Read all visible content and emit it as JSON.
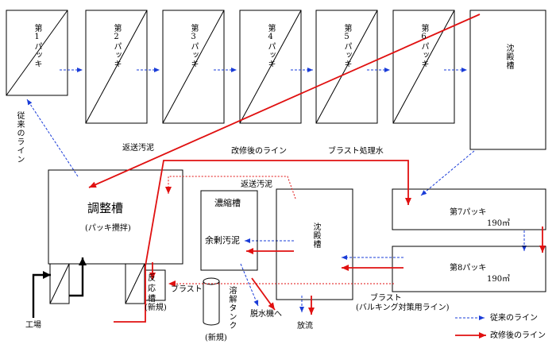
{
  "tanks": {
    "t1": "第1パッキ",
    "t2": "第2パッキ",
    "t3": "第3パッキ",
    "t4": "第4パッキ",
    "t5": "第5パッキ",
    "t6": "第6パッキ",
    "settling_top": "沈殿槽",
    "settling_mid": "沈殿槽",
    "concentration": "濃縮槽",
    "adjust": "調整槽",
    "adjust_sub": "(パッキ攪拌)",
    "t7": "第7パッキ",
    "t7_vol": "190㎥",
    "t8": "第8パッキ",
    "t8_vol": "190㎥",
    "reaction": "反応槽",
    "reaction_new": "(新規)",
    "dissolve": "溶解タンク",
    "dissolve_new": "(新規)"
  },
  "labels": {
    "old_line_vertical": "従来のライン",
    "return_sludge_1": "返送汚泥",
    "renovated_line": "改修後のライン",
    "blast_water": "ブラスト処理水",
    "return_sludge_2": "返送汚泥",
    "excess_sludge": "余剰汚泥",
    "blast_small": "ブラスト",
    "blast_bulking": "ブラスト",
    "bulking_line": "(バルキング対策用ライン)",
    "dewater": "脱水機へ",
    "discharge": "放流",
    "factory": "工場"
  },
  "legend": {
    "old": "従来のライン",
    "new": "改修後のライン"
  },
  "colors": {
    "old_line": "#1a3cd8",
    "new_line": "#e01010",
    "dotted_red": "#e01010"
  }
}
